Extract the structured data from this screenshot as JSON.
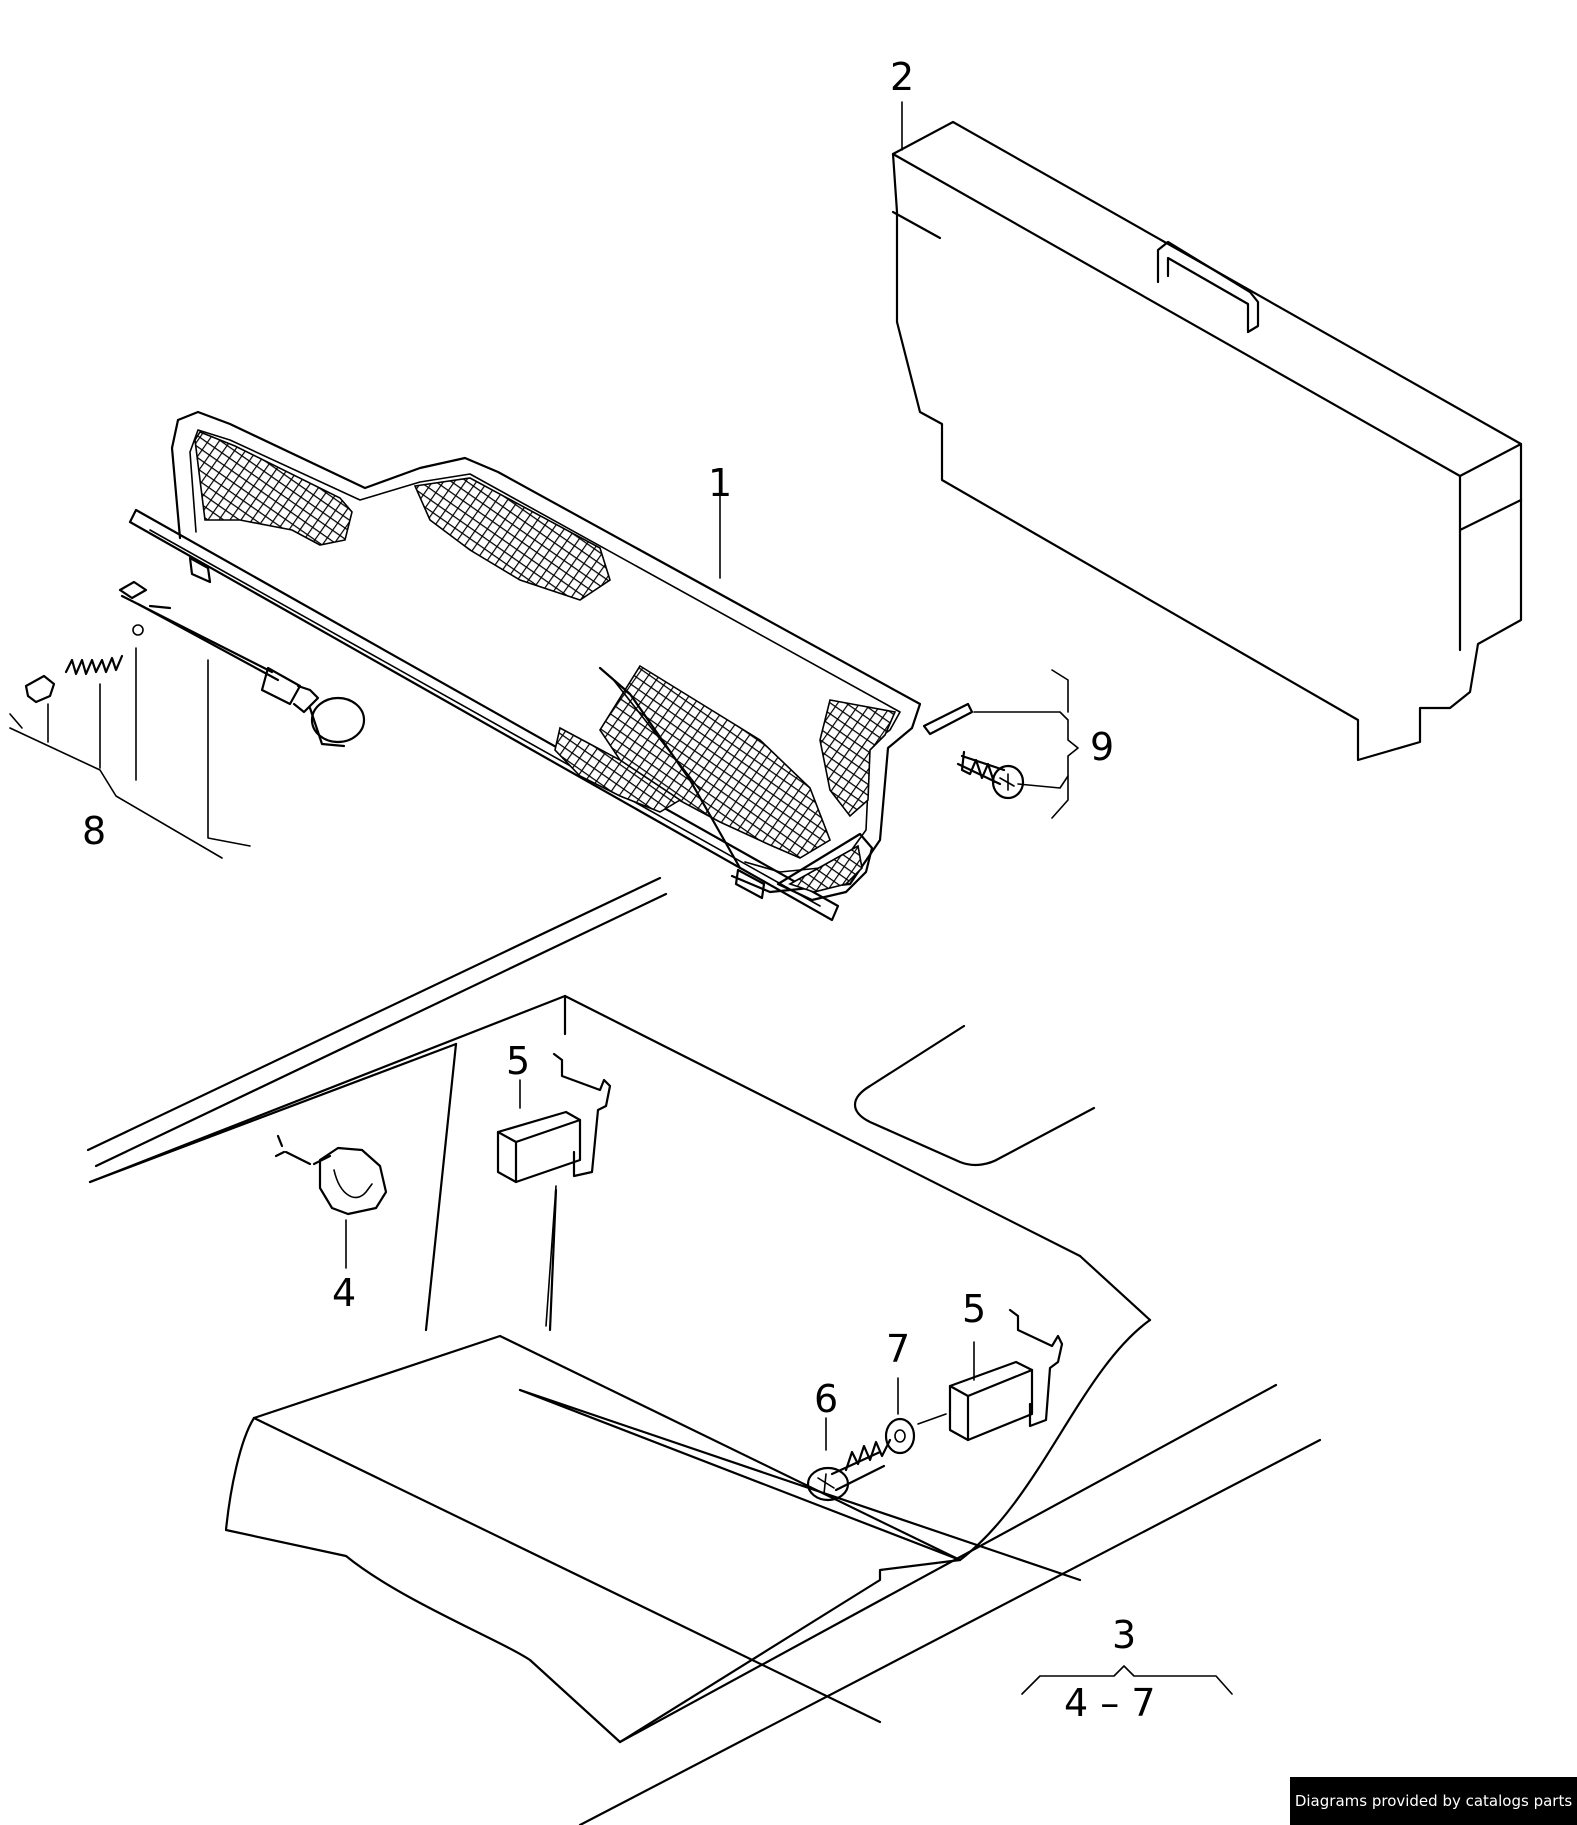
{
  "callouts": {
    "c1": "1",
    "c2": "2",
    "c3": "3",
    "c3_range": "4 – 7",
    "c4": "4",
    "c5a": "5",
    "c5b": "5",
    "c6": "6",
    "c7": "7",
    "c8": "8",
    "c9": "9"
  },
  "footer": {
    "credit": "Diagrams provided by catalogs parts"
  }
}
